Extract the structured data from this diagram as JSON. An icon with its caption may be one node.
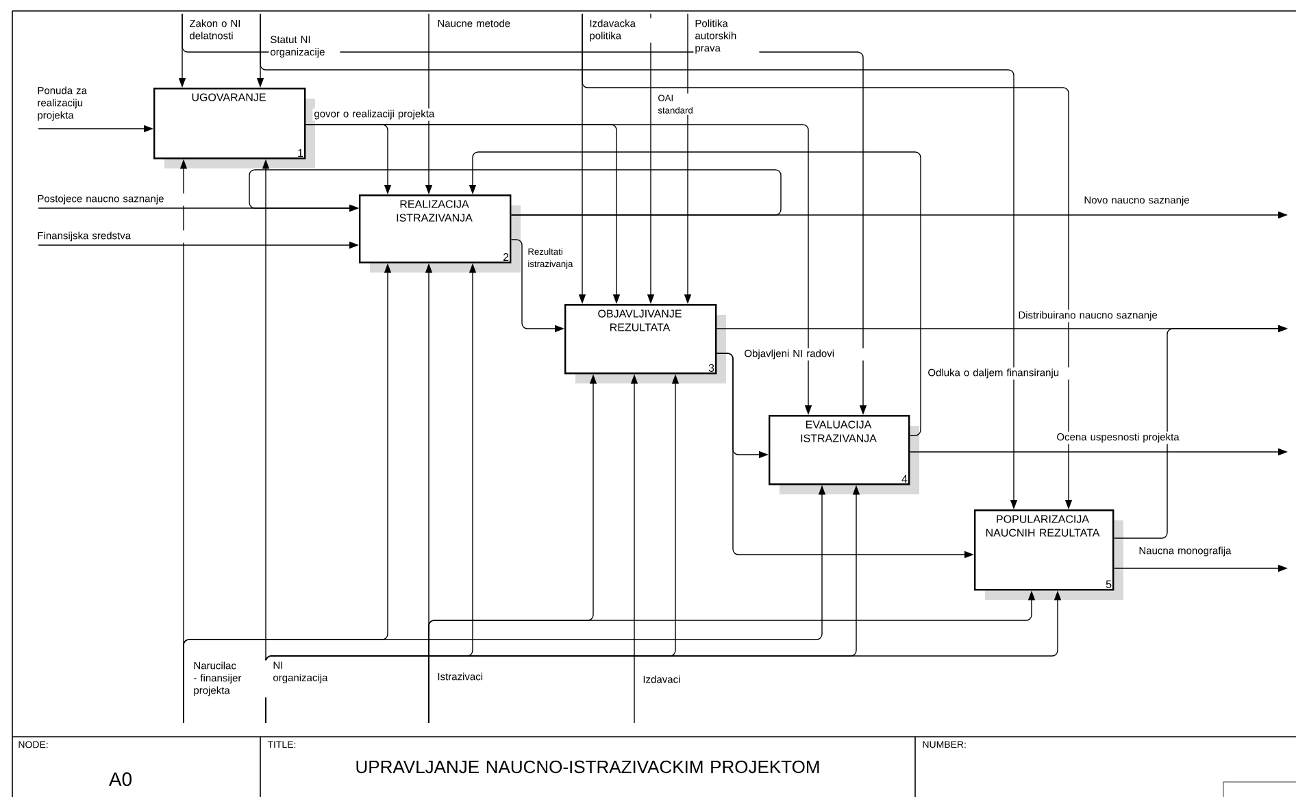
{
  "diagram": {
    "title": "UPRAVLJANJE NAUCNO-ISTRAZIVACKIM PROJEKTOM",
    "nodes": [
      {
        "text": [
          "UGOVARANJE",
          "1"
        ]
      },
      {
        "text": [
          "REALIZACIJA ISTRAZIVANJA",
          "2"
        ]
      },
      {
        "text": [
          "OBJAVLJIVANJE REZULTATA",
          "3"
        ]
      },
      {
        "text": [
          "EVALUACIJA ISTRAZIVANJA",
          "4"
        ]
      },
      {
        "text": [
          "POPULARIZACIJA NAUCNIH REZULTATA",
          "5"
        ]
      }
    ],
    "edges": [
      {
        "from": null,
        "to": 0,
        "arrow": "to",
        "label": "Ponuda za realizaciju projekta"
      },
      {
        "from": null,
        "to": 0,
        "arrow": "to",
        "label": "Zakon o NI delatnosti"
      },
      {
        "from": null,
        "to": 3,
        "arrow": "to"
      },
      {
        "from": null,
        "to": 0,
        "arrow": "to",
        "label": "Statut NI organizacije"
      },
      {
        "from": null,
        "to": 4,
        "arrow": "to"
      },
      {
        "from": null,
        "to": 1,
        "arrow": "to",
        "label": "Naucne metode"
      },
      {
        "from": null,
        "to": 2,
        "arrow": "to",
        "label": "Izdavacka politika"
      },
      {
        "from": null,
        "to": 4,
        "arrow": "to"
      },
      {
        "from": null,
        "to": 2,
        "arrow": "to",
        "label": "Politika autorskih prava"
      },
      {
        "from": null,
        "to": 2,
        "arrow": "to",
        "label": "OAI standard"
      },
      {
        "from": 0,
        "to": 1,
        "arrow": "to",
        "label": "govor o realizaciji projekta"
      },
      {
        "from": 0,
        "to": 2,
        "arrow": "to"
      },
      {
        "from": 0,
        "to": 3,
        "arrow": "to"
      },
      {
        "from": null,
        "to": 1,
        "arrow": "to",
        "label": "Postojece naucno saznanje"
      },
      {
        "from": null,
        "to": 1,
        "arrow": "to",
        "label": "Finansijska sredstva"
      },
      {
        "from": 1,
        "to": null,
        "arrow": "to",
        "label": "Novo naucno saznanje"
      },
      {
        "from": 1,
        "to": 1,
        "arrow": "to"
      },
      {
        "from": 3,
        "to": 1,
        "arrow": "to",
        "label": "Odluka o daljem finansiranju"
      },
      {
        "from": 1,
        "to": 2,
        "arrow": "to",
        "label": "Rezultati istrazivanja"
      },
      {
        "from": 2,
        "to": null,
        "arrow": "to",
        "label": "Distribuirano naucno saznanje"
      },
      {
        "from": 2,
        "to": 3,
        "arrow": "to",
        "label": "Objavljeni NI radovi"
      },
      {
        "from": 2,
        "to": 4,
        "arrow": "to"
      },
      {
        "from": 3,
        "to": null,
        "arrow": "to",
        "label": "Ocena uspesnosti projekta"
      },
      {
        "from": 4,
        "to": null,
        "arrow": "to",
        "label": "Naucna monografija"
      },
      {
        "from": 4,
        "to": null,
        "arrow": "to"
      },
      {
        "from": null,
        "to": 0,
        "arrow": "to",
        "label": "Narucilac - finansijer projekta"
      },
      {
        "from": null,
        "to": 1,
        "arrow": "to"
      },
      {
        "from": null,
        "to": 3,
        "arrow": "to"
      },
      {
        "from": null,
        "to": 0,
        "arrow": "to",
        "label": "NI organizacija"
      },
      {
        "from": null,
        "to": 1,
        "arrow": "to"
      },
      {
        "from": null,
        "to": 2,
        "arrow": "to"
      },
      {
        "from": null,
        "to": 3,
        "arrow": "to"
      },
      {
        "from": null,
        "to": 4,
        "arrow": "to"
      },
      {
        "from": null,
        "to": 1,
        "arrow": "to",
        "label": "Istrazivaci"
      },
      {
        "from": null,
        "to": 2,
        "arrow": "to"
      },
      {
        "from": null,
        "to": 4,
        "arrow": "to"
      },
      {
        "from": null,
        "to": 2,
        "arrow": "to",
        "label": "Izdavaci"
      }
    ],
    "labels": [
      "NODE:",
      "A0",
      "TITLE:",
      "NUMBER:"
    ]
  }
}
